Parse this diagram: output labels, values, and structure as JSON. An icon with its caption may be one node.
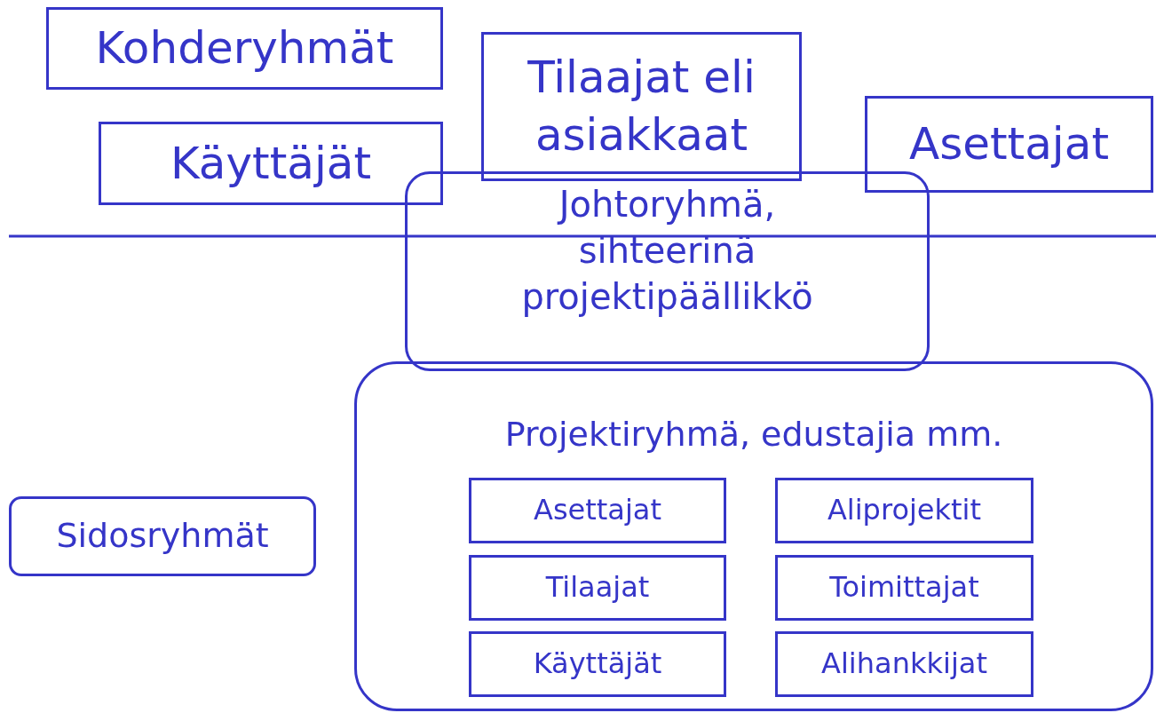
{
  "diagram": {
    "nodes": [
      {
        "text": [
          "Kohderyhmät"
        ]
      },
      {
        "text": [
          "Tilaajat eli asiakkaat"
        ]
      },
      {
        "text": [
          "Asettajat"
        ]
      },
      {
        "text": [
          "Käyttäjät"
        ]
      },
      {
        "text": [
          "Johtoryhmä, sihteerinä projektipäällikkö"
        ]
      },
      {
        "text": [
          "Projektiryhmä, edustajia mm."
        ]
      },
      {
        "text": [
          "Asettajat"
        ],
        "in": 5
      },
      {
        "text": [
          "Aliprojektit"
        ],
        "in": 5
      },
      {
        "text": [
          "Tilaajat"
        ],
        "in": 5
      },
      {
        "text": [
          "Toimittajat"
        ],
        "in": 5
      },
      {
        "text": [
          "Käyttäjät"
        ],
        "in": 5
      },
      {
        "text": [
          "Alihankkijat"
        ],
        "in": 5
      },
      {
        "text": [
          "Sidosryhmät"
        ]
      }
    ],
    "edges": []
  }
}
